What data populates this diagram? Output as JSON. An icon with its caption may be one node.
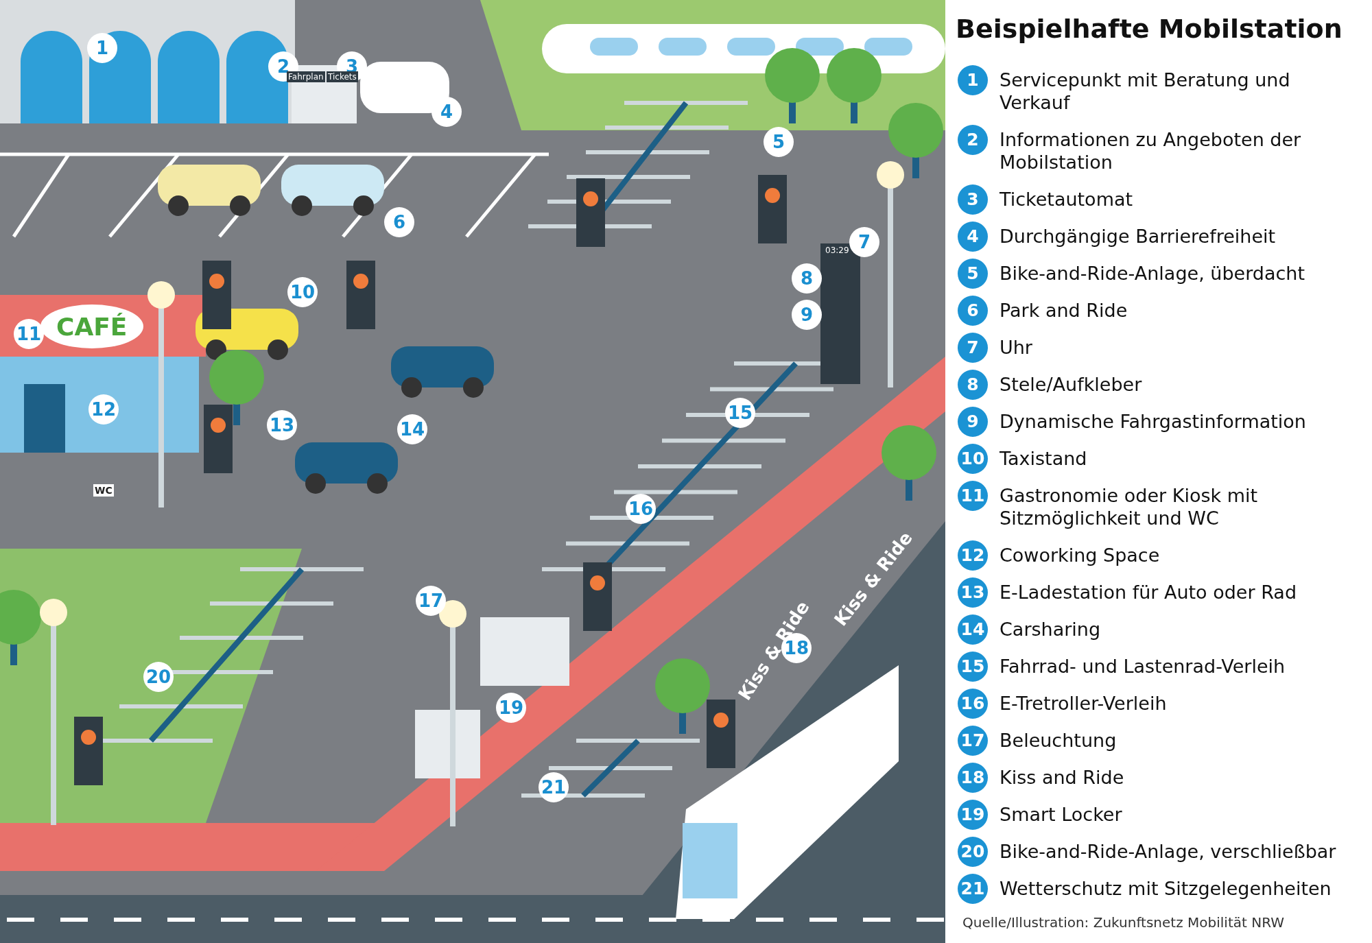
{
  "diagram": {
    "title": "Beispielhafte Mobilstation",
    "caption": "Quelle/Illustration: Zukunftsnetz Mobilität NRW",
    "labels": [
      "1",
      "2",
      "3",
      "4",
      "5",
      "6",
      "7",
      "8",
      "9",
      "10",
      "11",
      "12",
      "13",
      "14",
      "15",
      "16",
      "17",
      "18",
      "19",
      "20",
      "21",
      "Fahrplan",
      "Tickets",
      "CAFÉ",
      "03:29",
      "WC",
      "Kiss & Ride",
      "Kiss & Ride",
      "1",
      "Servicepunkt mit Beratung und Verkauf",
      "2",
      "Informationen zu Angeboten der Mobilstation",
      "3",
      "Ticketautomat",
      "4",
      "Durchgängige Barrierefreiheit",
      "5",
      "Bike-and-Ride-Anlage, überdacht",
      "6",
      "Park and Ride",
      "7",
      "Uhr",
      "8",
      "Stele/Aufkleber",
      "9",
      "Dynamische Fahrgastinformation",
      "10",
      "Taxistand",
      "11",
      "Gastronomie oder Kiosk mit Sitzmöglichkeit und WC",
      "12",
      "Coworking Space",
      "13",
      "E-Ladestation für Auto oder Rad",
      "14",
      "Carsharing",
      "15",
      "Fahrrad- und Lastenrad-Verleih",
      "16",
      "E-Tretroller-Verleih",
      "17",
      "Beleuchtung",
      "18",
      "Kiss and Ride",
      "19",
      "Smart Locker",
      "20",
      "Bike-and-Ride-Anlage, verschließbar",
      "21",
      "Wetterschutz mit Sitzgelegenheiten"
    ]
  }
}
